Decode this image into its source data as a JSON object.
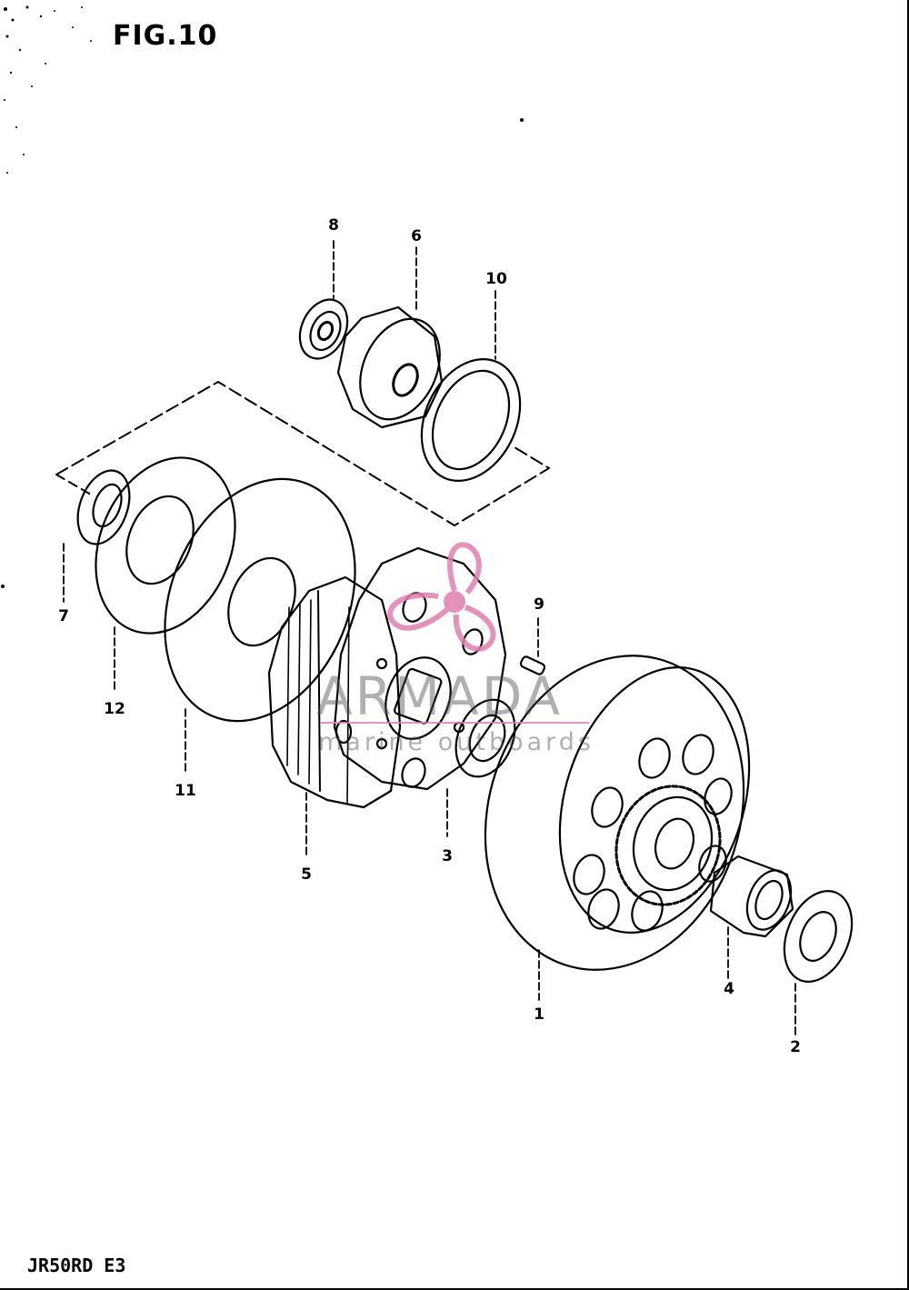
{
  "figure": {
    "title": "FIG.10",
    "model_code": "JR50RD E3"
  },
  "parts": [
    {
      "ref": "1",
      "icon": "clutch-housing-gear-icon"
    },
    {
      "ref": "2",
      "icon": "washer-icon"
    },
    {
      "ref": "3",
      "icon": "washer-icon"
    },
    {
      "ref": "4",
      "icon": "bushing-icon"
    },
    {
      "ref": "5",
      "icon": "clutch-shoe-assembly-icon"
    },
    {
      "ref": "6",
      "icon": "nut-icon"
    },
    {
      "ref": "7",
      "icon": "washer-icon"
    },
    {
      "ref": "8",
      "icon": "nut-icon"
    },
    {
      "ref": "9",
      "icon": "key-icon"
    },
    {
      "ref": "10",
      "icon": "washer-icon"
    },
    {
      "ref": "11",
      "icon": "plate-icon"
    },
    {
      "ref": "12",
      "icon": "spring-washer-icon"
    }
  ],
  "watermark": {
    "brand": "ARMADA",
    "tagline": "marine outboards",
    "logo_color": "#e07fb0",
    "text_color": "#8a8a8a"
  }
}
